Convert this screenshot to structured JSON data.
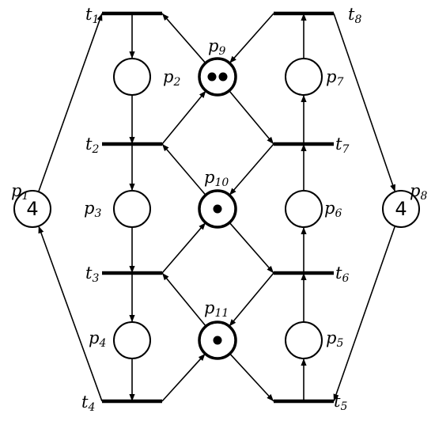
{
  "places": [
    {
      "id": "p1",
      "name": "p",
      "sub": "1",
      "tokens": 4
    },
    {
      "id": "p2",
      "name": "p",
      "sub": "2",
      "tokens": 0
    },
    {
      "id": "p3",
      "name": "p",
      "sub": "3",
      "tokens": 0
    },
    {
      "id": "p4",
      "name": "p",
      "sub": "4",
      "tokens": 0
    },
    {
      "id": "p5",
      "name": "p",
      "sub": "5",
      "tokens": 0
    },
    {
      "id": "p6",
      "name": "p",
      "sub": "6",
      "tokens": 0
    },
    {
      "id": "p7",
      "name": "p",
      "sub": "7",
      "tokens": 0
    },
    {
      "id": "p8",
      "name": "p",
      "sub": "8",
      "tokens": 4
    },
    {
      "id": "p9",
      "name": "p",
      "sub": "9",
      "tokens": 2
    },
    {
      "id": "p10",
      "name": "p",
      "sub": "10",
      "tokens": 1
    },
    {
      "id": "p11",
      "name": "p",
      "sub": "11",
      "tokens": 1
    }
  ],
  "transitions": [
    {
      "id": "t1",
      "name": "t",
      "sub": "1"
    },
    {
      "id": "t2",
      "name": "t",
      "sub": "2"
    },
    {
      "id": "t3",
      "name": "t",
      "sub": "3"
    },
    {
      "id": "t4",
      "name": "t",
      "sub": "4"
    },
    {
      "id": "t5",
      "name": "t",
      "sub": "5"
    },
    {
      "id": "t6",
      "name": "t",
      "sub": "6"
    },
    {
      "id": "t7",
      "name": "t",
      "sub": "7"
    },
    {
      "id": "t8",
      "name": "t",
      "sub": "8"
    }
  ],
  "arcs": [
    [
      "p1",
      "t1"
    ],
    [
      "t1",
      "p2"
    ],
    [
      "p2",
      "t2"
    ],
    [
      "t2",
      "p3"
    ],
    [
      "p3",
      "t3"
    ],
    [
      "t3",
      "p4"
    ],
    [
      "p4",
      "t4"
    ],
    [
      "t4",
      "p1"
    ],
    [
      "p8",
      "t5"
    ],
    [
      "t5",
      "p5"
    ],
    [
      "p5",
      "t6"
    ],
    [
      "t6",
      "p6"
    ],
    [
      "p6",
      "t7"
    ],
    [
      "t7",
      "p7"
    ],
    [
      "p7",
      "t8"
    ],
    [
      "t8",
      "p8"
    ],
    [
      "p9",
      "t1"
    ],
    [
      "t2",
      "p9"
    ],
    [
      "t8",
      "p9"
    ],
    [
      "p9",
      "t7"
    ],
    [
      "p10",
      "t2"
    ],
    [
      "t3",
      "p10"
    ],
    [
      "t7",
      "p10"
    ],
    [
      "p10",
      "t6"
    ],
    [
      "p11",
      "t3"
    ],
    [
      "t4",
      "p11"
    ],
    [
      "t6",
      "p11"
    ],
    [
      "p11",
      "t5"
    ]
  ]
}
